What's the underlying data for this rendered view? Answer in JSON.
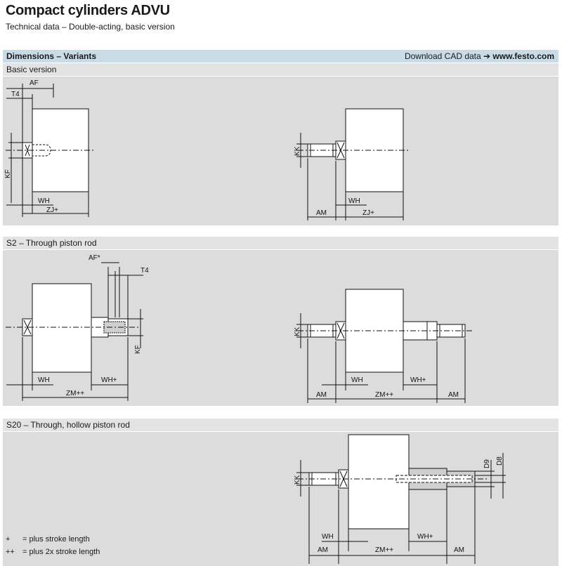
{
  "header": {
    "title": "Compact cylinders ADVU",
    "subtitle": "Technical data – Double-acting, basic version"
  },
  "section_bar": {
    "label": "Dimensions – Variants",
    "download_text": "Download CAD data ➔",
    "download_link": "www.festo.com"
  },
  "variants": [
    {
      "label": "Basic version"
    },
    {
      "label": "S2 – Through piston rod"
    },
    {
      "label": "S20 – Through, hollow piston rod"
    }
  ],
  "dims": {
    "af": "AF",
    "t4": "T4",
    "kf": "KF",
    "wh": "WH",
    "zj": "ZJ+",
    "kk": "KK",
    "am": "AM",
    "af_star": "AF*",
    "wh_plus": "WH+",
    "zm": "ZM++",
    "d9": "D9",
    "d8": "D8"
  },
  "legend": [
    {
      "symbol": "+",
      "text": "= plus stroke length"
    },
    {
      "symbol": "++",
      "text": "= plus 2x stroke length"
    }
  ],
  "colors": {
    "bar": "#c9dbe6",
    "panel": "#dcdcdc",
    "body": "#ffffff"
  }
}
